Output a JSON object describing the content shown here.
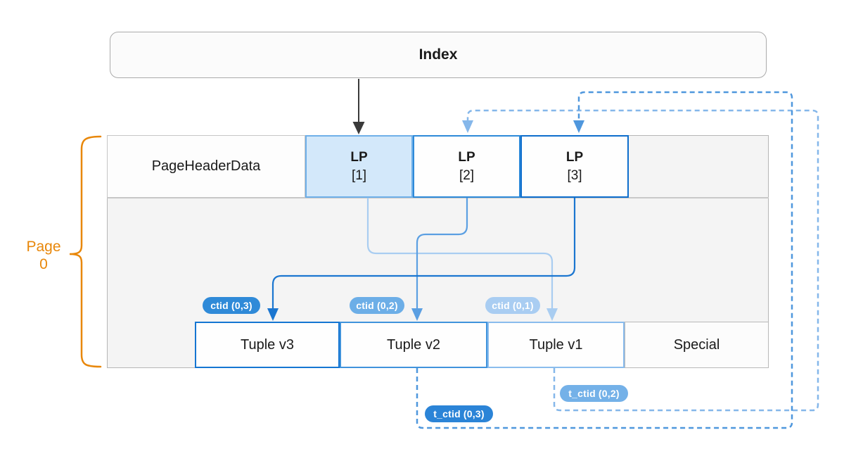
{
  "index": {
    "label": "Index"
  },
  "page": {
    "header_label": "PageHeaderData",
    "lps": [
      {
        "name": "LP",
        "slot": "[1]",
        "variant": "highlighted"
      },
      {
        "name": "LP",
        "slot": "[2]",
        "variant": "plain"
      },
      {
        "name": "LP",
        "slot": "[3]",
        "variant": "plain"
      }
    ],
    "tuples": [
      "Tuple v3",
      "Tuple v2",
      "Tuple v1",
      "Special"
    ]
  },
  "page_label": {
    "line1": "Page",
    "line2": "0"
  },
  "badges": {
    "ctid": [
      "ctid (0,3)",
      "ctid (0,2)",
      "ctid (0,1)"
    ],
    "t_ctid": [
      "t_ctid (0,3)",
      "t_ctid (0,2)"
    ]
  },
  "connections": [
    {
      "from": "Index",
      "to": "LP [1]",
      "style": "solid-black"
    },
    {
      "from": "LP [1]",
      "to": "Tuple v1",
      "label": "ctid (0,1)",
      "style": "solid-light-blue"
    },
    {
      "from": "LP [2]",
      "to": "Tuple v2",
      "label": "ctid (0,2)",
      "style": "solid-medium-blue"
    },
    {
      "from": "LP [3]",
      "to": "Tuple v3",
      "label": "ctid (0,3)",
      "style": "solid-dark-blue"
    },
    {
      "from": "Tuple v1",
      "to": "LP [2]",
      "label": "t_ctid (0,2)",
      "style": "dashed-light-blue"
    },
    {
      "from": "Tuple v2",
      "to": "LP [3]",
      "label": "t_ctid (0,3)",
      "style": "dashed-dark-blue"
    }
  ],
  "colors": {
    "line_dark_blue": "#1b76d0",
    "line_medium_blue": "#5b9fe2",
    "line_light_blue": "#a9cdf1",
    "dashed_dark_blue": "#4f97dd",
    "dashed_light_blue": "#85b7ea",
    "badge_dark": "#2f8ad8",
    "badge_medium": "#6caee7",
    "badge_light": "#a9cdf2",
    "lp1_fill": "#d3e8fa",
    "bracket_orange": "#e8870a",
    "arrow_black": "#3a3a3a",
    "page_fill": "#f4f4f4"
  }
}
